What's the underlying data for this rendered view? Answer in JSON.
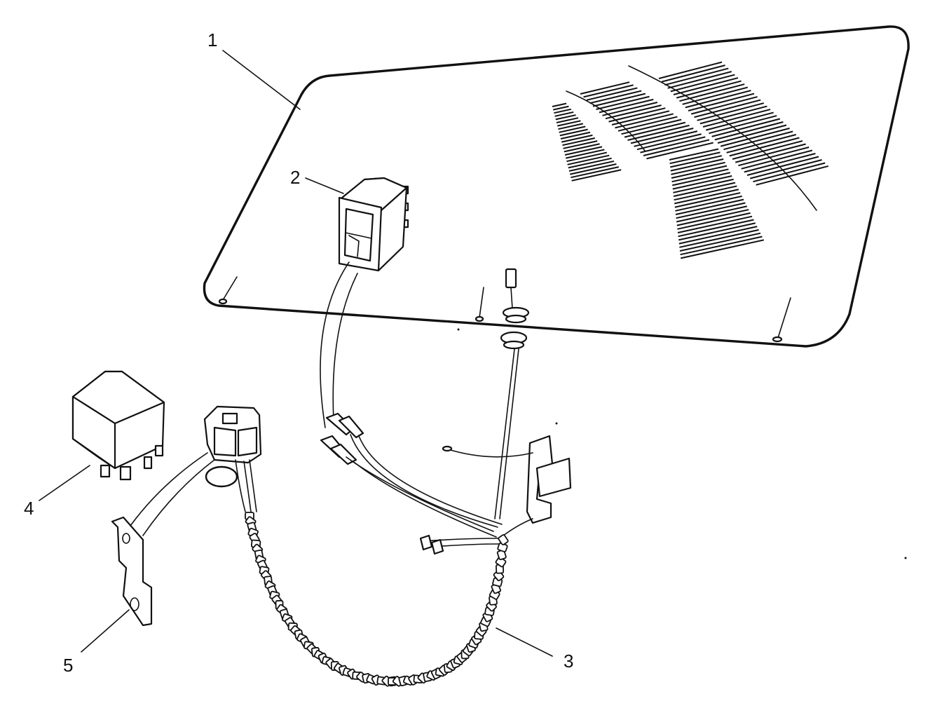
{
  "callouts": [
    {
      "id": "glass",
      "number": "1"
    },
    {
      "id": "switch",
      "number": "2"
    },
    {
      "id": "harness",
      "number": "3"
    },
    {
      "id": "relay",
      "number": "4"
    },
    {
      "id": "bracket",
      "number": "5"
    }
  ],
  "colors": {
    "ink": "#111111",
    "background": "#ffffff"
  }
}
